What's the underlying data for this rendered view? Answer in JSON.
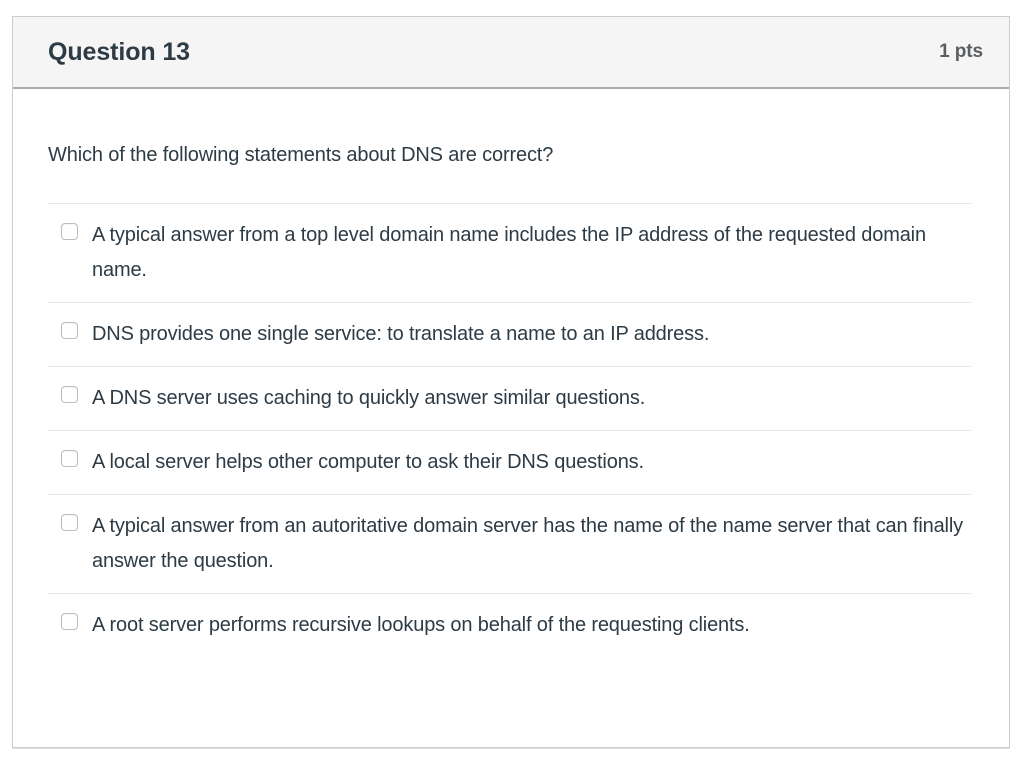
{
  "question": {
    "title": "Question 13",
    "points": "1 pts",
    "prompt": "Which of the following statements about DNS are correct?",
    "type": "multiple-answers",
    "colors": {
      "header_background": "#f5f5f5",
      "card_border": "#c7cdd1",
      "header_rule": "#a5acb2",
      "text": "#2d3b45",
      "points_text": "#5b5f62",
      "divider": "#e6e8ea",
      "checkbox_border": "#b9bdc0"
    },
    "answers": [
      {
        "id": "answer-1",
        "label": "A typical answer from a top level domain name includes the IP address of the requested domain name.",
        "checked": false
      },
      {
        "id": "answer-2",
        "label": "DNS provides one single service: to translate a name to an IP address.",
        "checked": false
      },
      {
        "id": "answer-3",
        "label": "A DNS server uses caching to quickly answer similar questions.",
        "checked": false
      },
      {
        "id": "answer-4",
        "label": "A local server helps other computer to ask their DNS questions.",
        "checked": false
      },
      {
        "id": "answer-5",
        "label": "A typical answer from an autoritative domain server has the name of the name server that can finally answer the question.",
        "checked": false
      },
      {
        "id": "answer-6",
        "label": "A root server performs recursive lookups on behalf of the requesting clients.",
        "checked": false
      }
    ]
  }
}
